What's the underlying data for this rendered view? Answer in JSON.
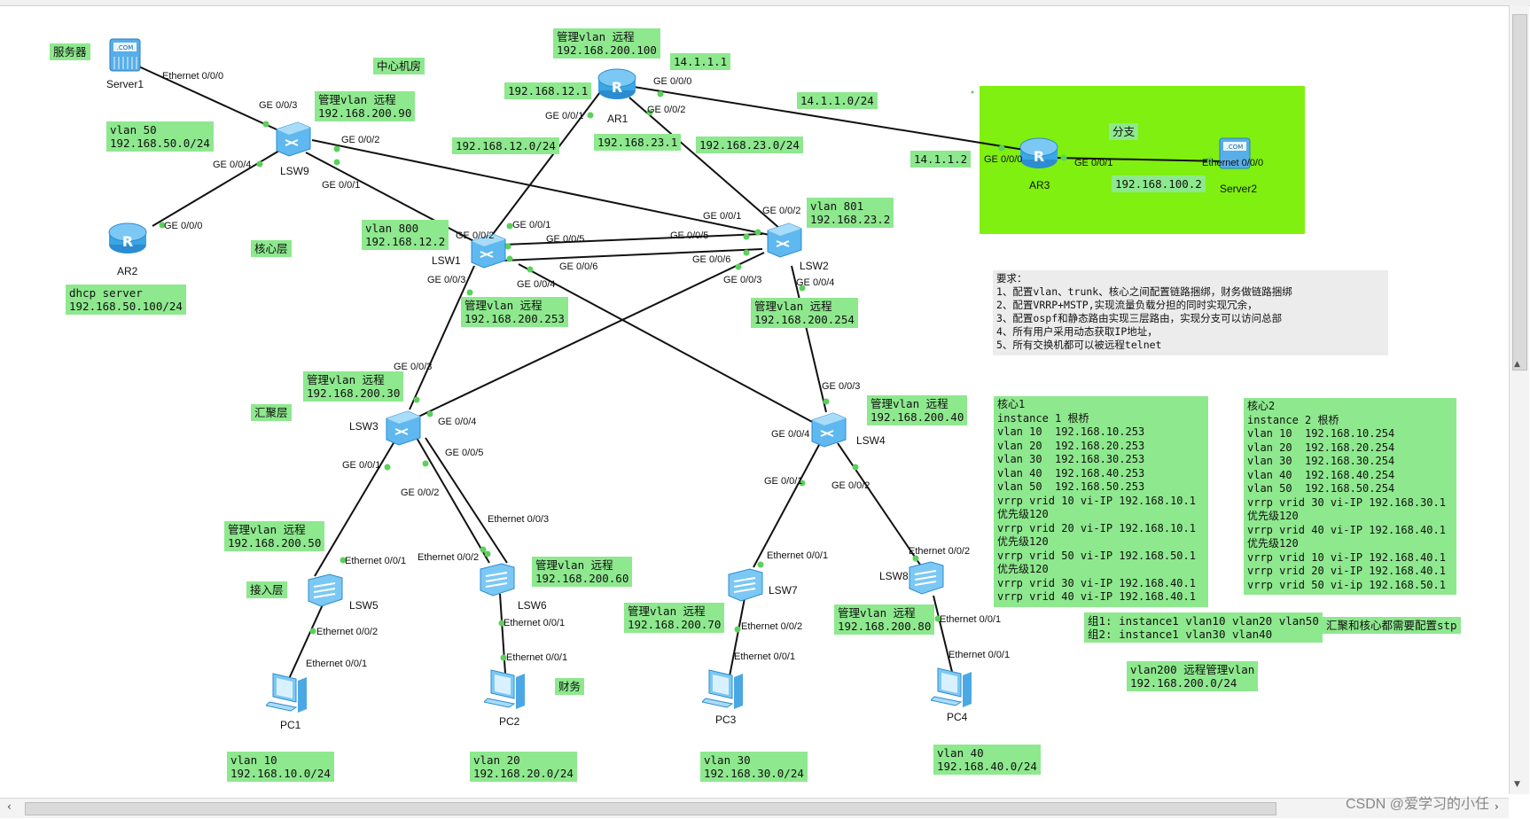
{
  "zones": {
    "server_zone": "服务器",
    "core_room": "中心机房",
    "core_layer": "核心层",
    "aggregation_layer": "汇聚层",
    "access_layer": "接入层",
    "branch": "分支",
    "finance": "财务"
  },
  "devices": {
    "server1": "Server1",
    "server2": "Server2",
    "ar1": "AR1",
    "ar2": "AR2",
    "ar3": "AR3",
    "lsw1": "LSW1",
    "lsw2": "LSW2",
    "lsw3": "LSW3",
    "lsw4": "LSW4",
    "lsw5": "LSW5",
    "lsw6": "LSW6",
    "lsw7": "LSW7",
    "lsw8": "LSW8",
    "lsw9": "LSW9",
    "pc1": "PC1",
    "pc2": "PC2",
    "pc3": "PC3",
    "pc4": "PC4"
  },
  "ports": {
    "server1_e000": "Ethernet 0/0/0",
    "lsw9_g003": "GE 0/0/3",
    "lsw9_g002": "GE 0/0/2",
    "lsw9_g004": "GE 0/0/4",
    "lsw9_g001": "GE 0/0/1",
    "ar2_g000": "GE 0/0/0",
    "ar1_g000": "GE 0/0/0",
    "ar1_g001": "GE 0/0/1",
    "ar1_g002": "GE 0/0/2",
    "ar3_g000": "GE 0/0/0",
    "ar3_g001": "GE 0/0/1",
    "server2_e000": "Ethernet 0/0/0",
    "lsw1_g001": "GE 0/0/1",
    "lsw1_g002": "GE 0/0/2",
    "lsw1_g005": "GE 0/0/5",
    "lsw1_g006": "GE 0/0/6",
    "lsw1_g003": "GE 0/0/3",
    "lsw1_g004": "GE 0/0/4",
    "lsw2_g001": "GE 0/0/1",
    "lsw2_g002": "GE 0/0/2",
    "lsw2_g005": "GE 0/0/5",
    "lsw2_g006": "GE 0/0/6",
    "lsw2_g003": "GE 0/0/3",
    "lsw2_g004": "GE 0/0/4",
    "lsw3_g003": "GE 0/0/3",
    "lsw3_g004": "GE 0/0/4",
    "lsw3_g005": "GE 0/0/5",
    "lsw3_g001": "GE 0/0/1",
    "lsw3_g002": "GE 0/0/2",
    "lsw4_g003": "GE 0/0/3",
    "lsw4_g004": "GE 0/0/4",
    "lsw4_g001": "GE 0/0/1",
    "lsw4_g002": "GE 0/0/2",
    "lsw5_e001": "Ethernet 0/0/1",
    "lsw5_e002": "Ethernet 0/0/2",
    "pc1_e001": "Ethernet 0/0/1",
    "lsw6_e003": "Ethernet 0/0/3",
    "lsw6_e002": "Ethernet 0/0/2",
    "lsw6_e001": "Ethernet 0/0/1",
    "pc2_e001": "Ethernet 0/0/1",
    "lsw7_e001": "Ethernet 0/0/1",
    "lsw7_e002": "Ethernet 0/0/2",
    "pc3_e001": "Ethernet 0/0/1",
    "lsw8_e002": "Ethernet 0/0/2",
    "lsw8_e001": "Ethernet 0/0/1",
    "pc4_e001": "Ethernet 0/0/1"
  },
  "labels": {
    "lsw9_mgmt": "管理vlan 远程\n192.168.200.90",
    "vlan50": "vlan 50\n192.168.50.0/24",
    "dhcp": "dhcp server\n192.168.50.100/24",
    "ar1_mgmt": "管理vlan 远程\n192.168.200.100",
    "ar1_ip12": "192.168.12.1",
    "net12": "192.168.12.0/24",
    "ar1_ip23": "192.168.23.1",
    "net23": "192.168.23.0/24",
    "ip14_1": "14.1.1.1",
    "net14": "14.1.1.0/24",
    "ip14_2": "14.1.1.2",
    "ip100_2": "192.168.100.2",
    "vlan800": "vlan 800\n192.168.12.2",
    "vlan801": "vlan 801\n192.168.23.2",
    "lsw1_mgmt": "管理vlan 远程\n192.168.200.253",
    "lsw2_mgmt": "管理vlan 远程\n192.168.200.254",
    "lsw3_mgmt": "管理vlan 远程\n192.168.200.30",
    "lsw4_mgmt": "管理vlan 远程\n192.168.200.40",
    "lsw5_mgmt": "管理vlan 远程\n192.168.200.50",
    "lsw6_mgmt": "管理vlan 远程\n192.168.200.60",
    "lsw7_mgmt": "管理vlan 远程\n192.168.200.70",
    "lsw8_mgmt": "管理vlan 远程\n192.168.200.80",
    "vlan10": "vlan 10\n192.168.10.0/24",
    "vlan20": "vlan 20\n192.168.20.0/24",
    "vlan30": "vlan 30\n192.168.30.0/24",
    "vlan40": "vlan 40\n192.168.40.0/24",
    "requirements": "要求：\n1、配置vlan、trunk、核心之间配置链路捆绑，财务做链路捆绑\n2、配置VRRP+MSTP,实现流量负载分担的同时实现冗余，\n3、配置ospf和静态路由实现三层路由，实现分支可以访问总部\n4、所有用户采用动态获取IP地址，\n5、所有交换机都可以被远程telnet",
    "core1": "核心1\ninstance 1 根桥\nvlan 10  192.168.10.253\nvlan 20  192.168.20.253\nvlan 30  192.168.30.253\nvlan 40  192.168.40.253\nvlan 50  192.168.50.253\nvrrp vrid 10 vi-IP 192.168.10.1\n优先级120\nvrrp vrid 20 vi-IP 192.168.10.1\n优先级120\nvrrp vrid 50 vi-IP 192.168.50.1\n优先级120\nvrrp vrid 30 vi-IP 192.168.40.1\nvrrp vrid 40 vi-IP 192.168.40.1",
    "core2": "核心2\ninstance 2 根桥\nvlan 10  192.168.10.254\nvlan 20  192.168.20.254\nvlan 30  192.168.30.254\nvlan 40  192.168.40.254\nvlan 50  192.168.50.254\nvrrp vrid 30 vi-IP 192.168.30.1\n优先级120\nvrrp vrid 40 vi-IP 192.168.40.1\n优先级120\nvrrp vrid 10 vi-IP 192.168.40.1\nvrrp vrid 20 vi-IP 192.168.40.1\nvrrp vrid 50 vi-ip 192.168.50.1",
    "groups": "组1: instance1 vlan10 vlan20 vlan50\n组2: instance1 vlan30 vlan40",
    "stp_note": "汇聚和核心都需要配置stp",
    "vlan200": "vlan200 远程管理vlan\n192.168.200.0/24"
  },
  "watermark": "CSDN @爱学习的小任",
  "colors": {
    "label_bg": "#8ee88e",
    "branch_bg": "#7ff00f",
    "link": "#111111",
    "port_dot": "#5bd05b",
    "switch_body": "#5fb8f0",
    "router_body": "#3aa6e6"
  }
}
